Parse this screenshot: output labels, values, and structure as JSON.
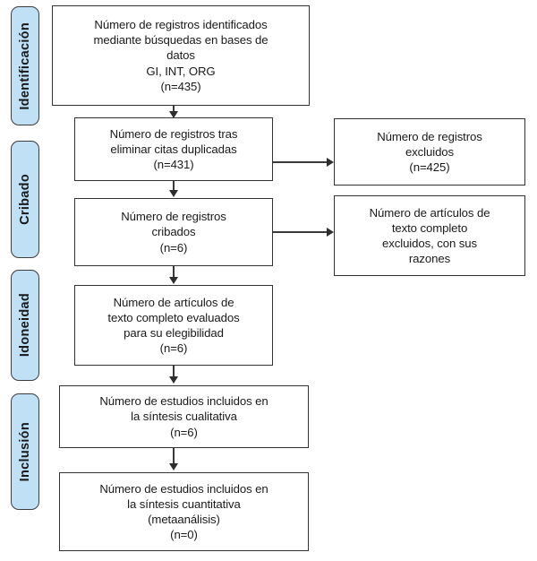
{
  "diagram": {
    "title": "PRISMA flow diagram",
    "type": "prisma-flowchart",
    "language": "es",
    "background_color": "#ffffff",
    "stage_tab_color": "#bfe0f5",
    "box_border_color": "#333333",
    "connector_color": "#3a3a3a"
  },
  "stages": [
    {
      "id": "identificacion",
      "label": "Identificación"
    },
    {
      "id": "cribado",
      "label": "Cribado"
    },
    {
      "id": "idoneidad",
      "label": "Idoneidad"
    },
    {
      "id": "inclusion",
      "label": "Inclusión"
    }
  ],
  "boxes": {
    "identified": {
      "text": "Número de registros identificados\nmediante búsquedas en bases de\ndatos\nGI, INT, ORG\n(n=435)",
      "count": 435,
      "sources": "GI, INT, ORG"
    },
    "after_duplicates": {
      "text": "Número de registros tras\neliminar citas duplicadas\n(n=431)",
      "count": 431
    },
    "records_excluded": {
      "text": "Número de registros\nexcluidos\n(n=425)",
      "count": 425
    },
    "screened": {
      "text": "Número de registros\ncribados\n(n=6)",
      "count": 6
    },
    "fulltext_excluded": {
      "text": "Número de artículos de\ntexto completo\nexcluidos, con sus\nrazones",
      "count": null
    },
    "eligibility": {
      "text": "Número de artículos de\ntexto completo evaluados\npara su elegibilidad\n(n=6)",
      "count": 6
    },
    "qualitative": {
      "text": "Número de estudios incluidos en\nla síntesis cualitativa\n(n=6)",
      "count": 6
    },
    "quantitative": {
      "text": "Número de estudios incluidos en\nla síntesis cuantitativa\n(metaanálisis)\n(n=0)",
      "count": 0
    }
  }
}
